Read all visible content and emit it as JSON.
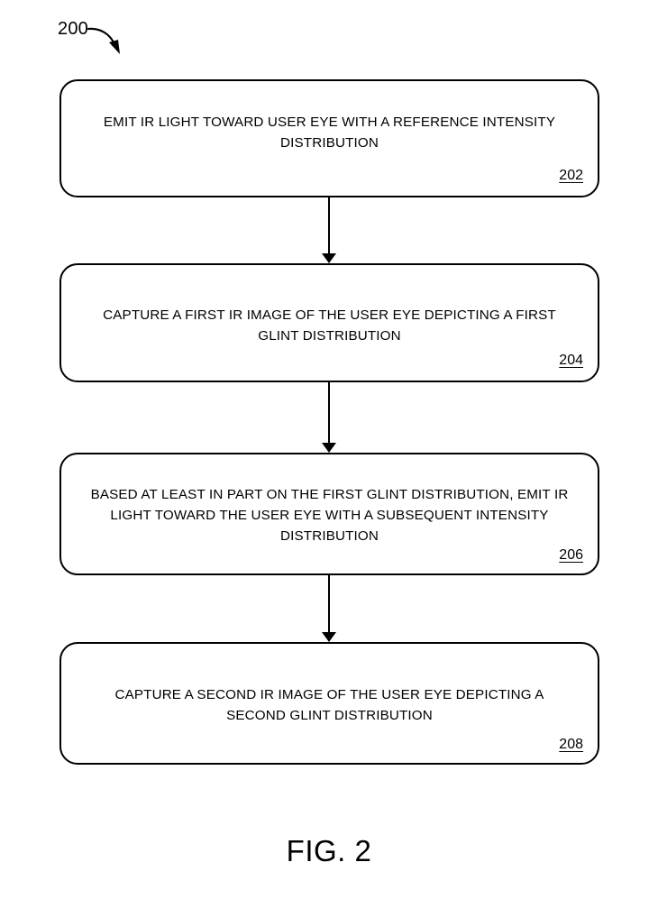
{
  "figure": {
    "reference_number": "200",
    "caption": "FIG. 2",
    "leader_arrow_icon": "curved-arrow-icon"
  },
  "steps": [
    {
      "id": "202",
      "text": "EMIT IR LIGHT TOWARD USER EYE WITH A REFERENCE INTENSITY DISTRIBUTION",
      "ref": "202"
    },
    {
      "id": "204",
      "text": "CAPTURE A FIRST IR IMAGE OF THE USER EYE DEPICTING A FIRST GLINT DISTRIBUTION",
      "ref": "204"
    },
    {
      "id": "206",
      "text": "BASED AT LEAST IN PART ON THE FIRST GLINT DISTRIBUTION, EMIT IR LIGHT TOWARD THE USER EYE WITH A SUBSEQUENT INTENSITY DISTRIBUTION",
      "ref": "206"
    },
    {
      "id": "208",
      "text": "CAPTURE A SECOND IR IMAGE OF THE USER EYE DEPICTING A SECOND GLINT DISTRIBUTION",
      "ref": "208"
    }
  ],
  "connectors": [
    {
      "from": "202",
      "to": "204",
      "icon": "down-arrow-icon"
    },
    {
      "from": "204",
      "to": "206",
      "icon": "down-arrow-icon"
    },
    {
      "from": "206",
      "to": "208",
      "icon": "down-arrow-icon"
    }
  ],
  "colors": {
    "stroke": "#000000",
    "background": "#ffffff"
  }
}
